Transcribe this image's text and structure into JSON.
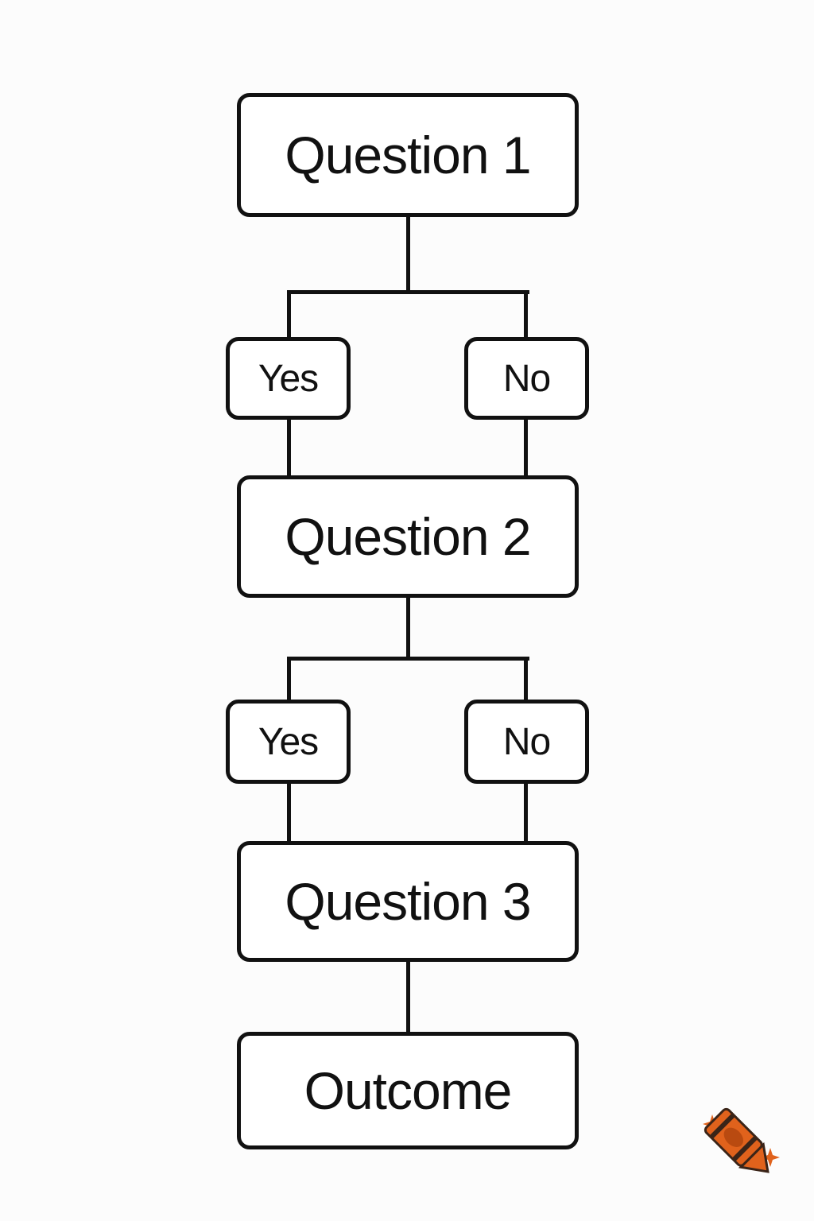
{
  "flowchart": {
    "question1": "Question 1",
    "question2": "Question 2",
    "question3": "Question 3",
    "outcome": "Outcome",
    "branch1_yes": "Yes",
    "branch1_no": "No",
    "branch2_yes": "Yes",
    "branch2_no": "No"
  },
  "colors": {
    "stroke": "#111111",
    "background": "#fcfcfc",
    "logo_orange": "#e0621c",
    "logo_dark": "#3a2418"
  },
  "icons": {
    "logo": "crayon-logo-icon"
  }
}
